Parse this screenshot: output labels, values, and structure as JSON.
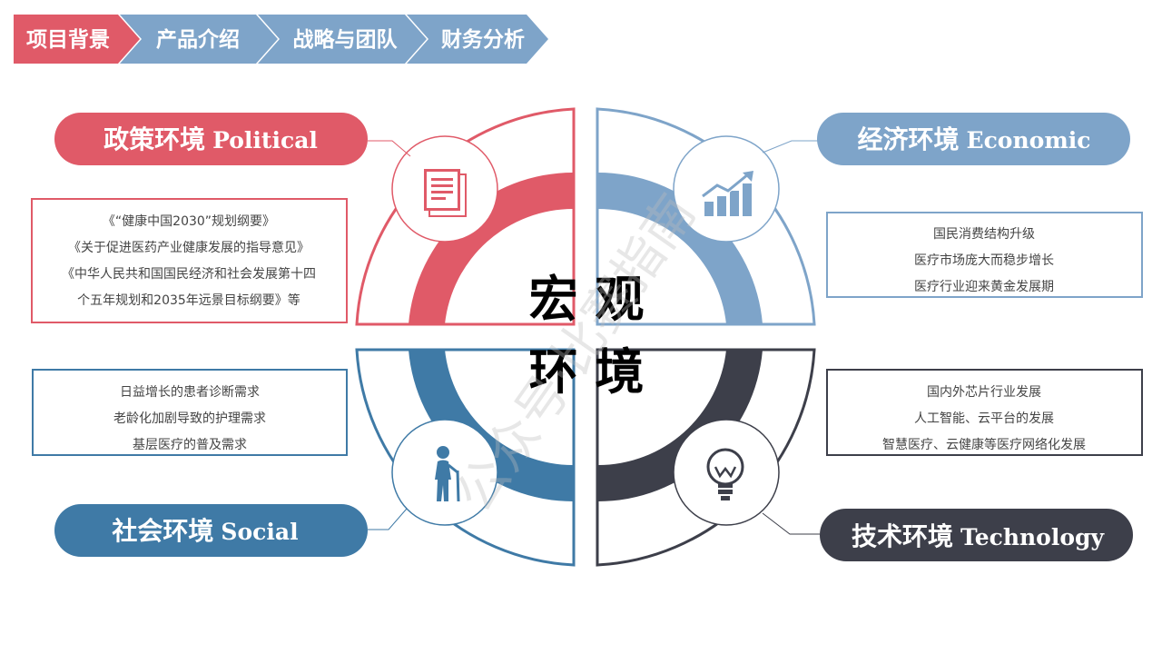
{
  "colors": {
    "political": "#e05a68",
    "economic": "#7ea4c9",
    "social": "#3f7aa6",
    "technology": "#3d3f4a",
    "nav_active": "#e05a68",
    "nav_inactive": "#7ea4c9"
  },
  "nav": {
    "items": [
      {
        "label": "项目背景",
        "active": true
      },
      {
        "label": "产品介绍",
        "active": false
      },
      {
        "label": "战略与团队",
        "active": false
      },
      {
        "label": "财务分析",
        "active": false
      }
    ]
  },
  "center": {
    "line1": "宏 观",
    "line2": "环 境"
  },
  "watermark": "公众号·比赛指南",
  "quadrants": {
    "political": {
      "title_cn": "政策环境",
      "title_en": "Political",
      "icon": "document-icon",
      "lines": [
        "《“健康中国2030”规划纲要》",
        "《关于促进医药产业健康发展的指导意见》",
        "《中华人民共和国国民经济和社会发展第十四",
        "个五年规划和2035年远景目标纲要》等"
      ]
    },
    "economic": {
      "title_cn": "经济环境",
      "title_en": "Economic",
      "icon": "growth-chart-icon",
      "lines": [
        "国民消费结构升级",
        "医疗市场庞大而稳步增长",
        "医疗行业迎来黄金发展期"
      ]
    },
    "social": {
      "title_cn": "社会环境",
      "title_en": "Social",
      "icon": "elderly-person-icon",
      "lines": [
        "日益增长的患者诊断需求",
        "老龄化加剧导致的护理需求",
        "基层医疗的普及需求"
      ]
    },
    "technology": {
      "title_cn": "技术环境",
      "title_en": "Technology",
      "icon": "lightbulb-icon",
      "lines": [
        "国内外芯片行业发展",
        "人工智能、云平台的发展",
        "智慧医疗、云健康等医疗网络化发展"
      ]
    }
  }
}
